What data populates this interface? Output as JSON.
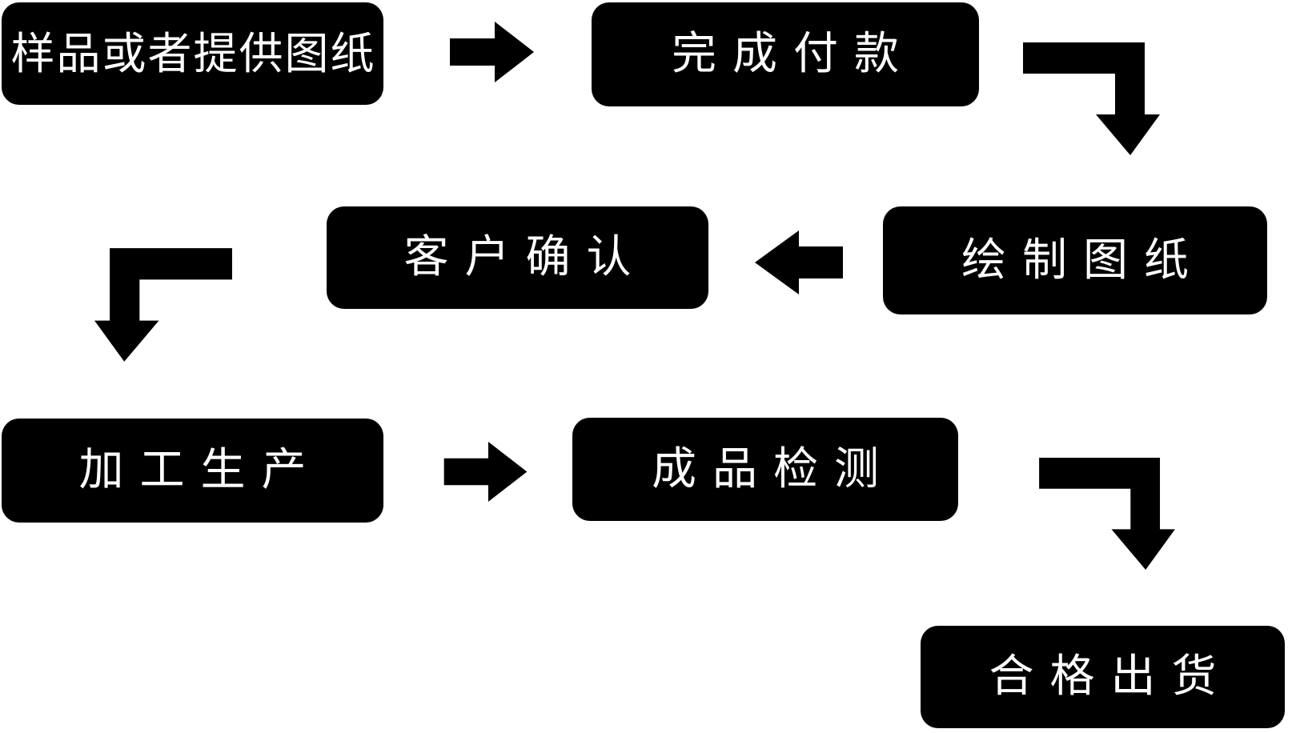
{
  "diagram": {
    "colors": {
      "background": "#ffffff",
      "box": "#000000",
      "text": "#ffffff",
      "arrow": "#000000"
    },
    "nodes": [
      {
        "id": "sample-or-drawing",
        "label": "样品或者提供图纸"
      },
      {
        "id": "complete-payment",
        "label": "完成付款"
      },
      {
        "id": "customer-confirm",
        "label": "客户确认"
      },
      {
        "id": "draw-drawings",
        "label": "绘制图纸"
      },
      {
        "id": "processing-production",
        "label": "加工生产"
      },
      {
        "id": "finished-product-inspection",
        "label": "成品检测"
      },
      {
        "id": "qualified-shipment",
        "label": "合格出货"
      }
    ],
    "connectors": [
      {
        "from": "样品或者提供图纸",
        "to": "完成付款",
        "type": "arrow-right"
      },
      {
        "from": "完成付款",
        "to": "绘制图纸",
        "type": "elbow-down-right"
      },
      {
        "from": "绘制图纸",
        "to": "客户确认",
        "type": "arrow-left"
      },
      {
        "from": "客户确认",
        "to": "加工生产",
        "type": "elbow-down-left"
      },
      {
        "from": "加工生产",
        "to": "成品检测",
        "type": "arrow-right"
      },
      {
        "from": "成品检测",
        "to": "合格出货",
        "type": "elbow-down-right"
      }
    ]
  }
}
